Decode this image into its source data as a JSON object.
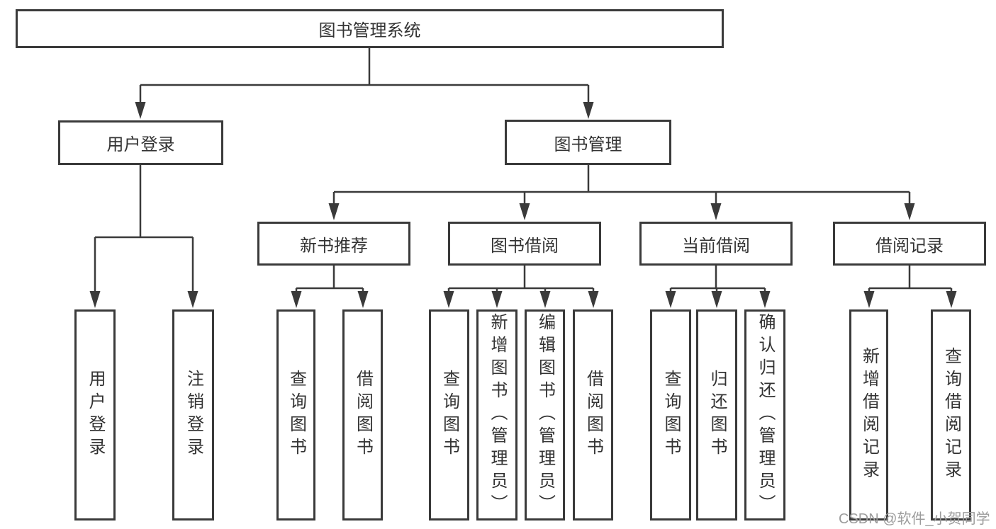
{
  "diagram_title": "图书管理系统",
  "colors": {
    "line": "#3a3a3a",
    "box_border": "#3a3a3a",
    "text": "#333333",
    "background": "#ffffff",
    "watermark": "#9c9c9c"
  },
  "nodes": {
    "root": {
      "label": "图书管理系统"
    },
    "user_login": {
      "label": "用户登录"
    },
    "book_mgmt": {
      "label": "图书管理"
    },
    "new_book_rec": {
      "label": "新书推荐"
    },
    "book_borrow": {
      "label": "图书借阅"
    },
    "current_borrow": {
      "label": "当前借阅"
    },
    "borrow_record": {
      "label": "借阅记录"
    },
    "user_login_leaf": {
      "label": "用户登录"
    },
    "logout_leaf": {
      "label": "注销登录"
    },
    "rec_query_books": {
      "label": "查询图书"
    },
    "rec_borrow_books": {
      "label": "借阅图书"
    },
    "bb_query_books": {
      "label": "查询图书"
    },
    "bb_add_books": {
      "label": "新增图书（管理员）"
    },
    "bb_edit_books": {
      "label": "编辑图书（管理员）"
    },
    "bb_borrow_books": {
      "label": "借阅图书"
    },
    "cb_query_books": {
      "label": "查询图书"
    },
    "cb_return_books": {
      "label": "归还图书"
    },
    "cb_confirm_return": {
      "label": "确认归还（管理员）"
    },
    "br_add_record": {
      "label": "新增借阅记录"
    },
    "br_query_record": {
      "label": "查询借阅记录"
    }
  },
  "watermark": {
    "text": "CSDN @软件_小贺同学"
  }
}
